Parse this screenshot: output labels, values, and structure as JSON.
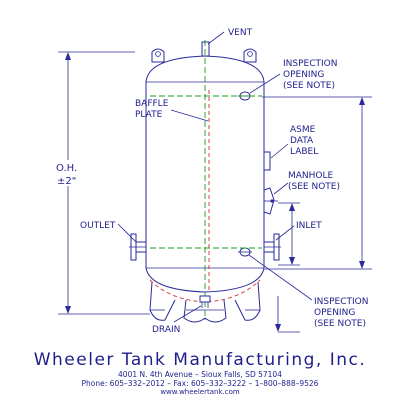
{
  "labels": {
    "vent": "VENT",
    "inspection_top": [
      "INSPECTION",
      "OPENING",
      "(SEE NOTE)"
    ],
    "baffle": [
      "BAFFLE",
      "PLATE"
    ],
    "asme": [
      "ASME",
      "DATA",
      "LABEL"
    ],
    "oh": [
      "O.H.",
      "±2\""
    ],
    "manhole": [
      "MANHOLE",
      "(SEE NOTE)"
    ],
    "outlet": "OUTLET",
    "inlet": "INLET",
    "inspection_bottom": [
      "INSPECTION",
      "OPENING",
      "(SEE NOTE)"
    ],
    "drain": "DRAIN"
  },
  "company": {
    "name": "Wheeler Tank Manufacturing, Inc.",
    "address": "4001 N. 4th Avenue  –  Sioux Falls, SD 57104",
    "phone": "Phone: 605–332–2012  –  Fax: 605–332–3222  –  1–800–888–9526",
    "url": "www.wheelertank.com"
  }
}
